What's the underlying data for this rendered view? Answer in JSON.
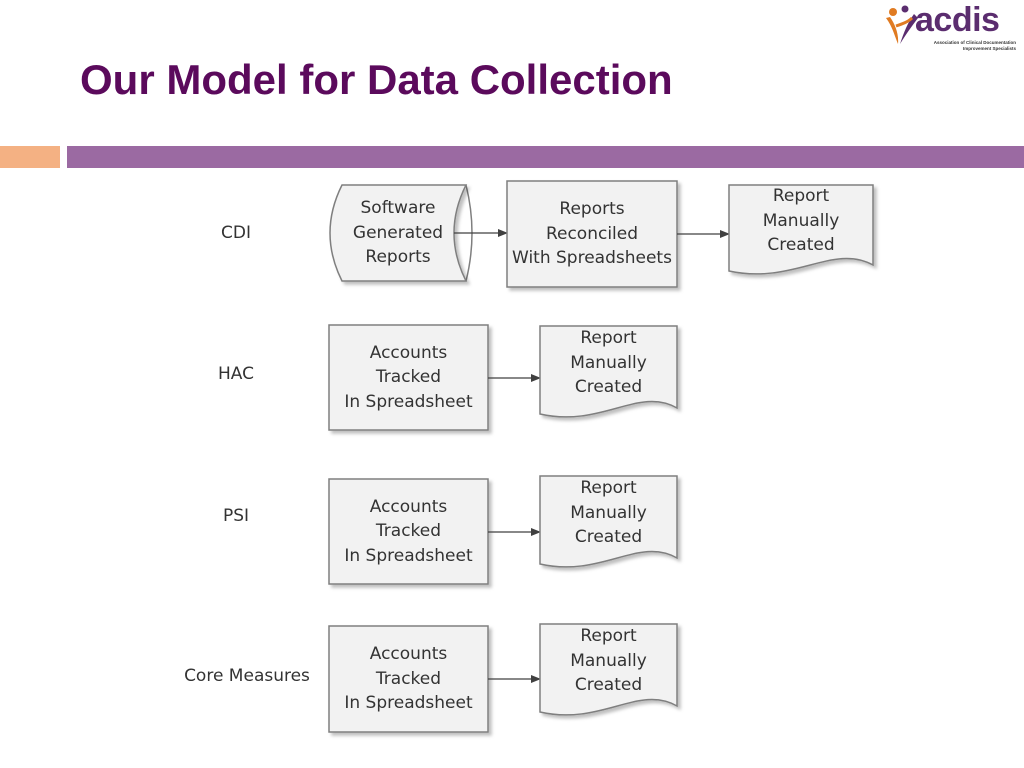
{
  "slide": {
    "title": "Our Model for Data Collection"
  },
  "logo": {
    "name": "acdis",
    "tagline_line1": "Association of Clinical Documentation",
    "tagline_line2": "Improvement Specialists",
    "colors": {
      "orange": "#e07b22",
      "purple": "#5b2d6f"
    }
  },
  "colors": {
    "title": "#5b0a5c",
    "band_orange": "#f4b183",
    "band_purple": "#9b6aa2",
    "box_fill": "#f2f2f2",
    "box_stroke": "#7f7f7f"
  },
  "rows": [
    {
      "label": "CDI",
      "steps": [
        {
          "shape": "stored-data",
          "lines": [
            "Software",
            "Generated",
            "Reports"
          ]
        },
        {
          "shape": "process",
          "lines": [
            "Reports",
            "Reconciled",
            "With Spreadsheets"
          ]
        },
        {
          "shape": "document",
          "lines": [
            "Report",
            "Manually",
            "Created"
          ]
        }
      ]
    },
    {
      "label": "HAC",
      "steps": [
        {
          "shape": "process",
          "lines": [
            "Accounts",
            "Tracked",
            "In Spreadsheet"
          ]
        },
        {
          "shape": "document",
          "lines": [
            "Report",
            "Manually",
            "Created"
          ]
        }
      ]
    },
    {
      "label": "PSI",
      "steps": [
        {
          "shape": "process",
          "lines": [
            "Accounts",
            "Tracked",
            "In Spreadsheet"
          ]
        },
        {
          "shape": "document",
          "lines": [
            "Report",
            "Manually",
            "Created"
          ]
        }
      ]
    },
    {
      "label": "Core Measures",
      "steps": [
        {
          "shape": "process",
          "lines": [
            "Accounts",
            "Tracked",
            "In Spreadsheet"
          ]
        },
        {
          "shape": "document",
          "lines": [
            "Report",
            "Manually",
            "Created"
          ]
        }
      ]
    }
  ]
}
